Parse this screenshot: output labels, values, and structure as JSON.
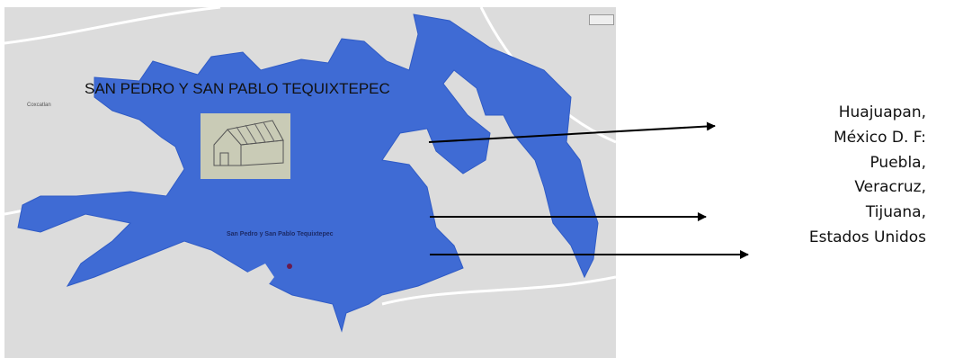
{
  "map": {
    "title": "SAN PEDRO Y SAN PABLO TEQUIXTEPEC",
    "town_label": "San Pedro y San Pablo Tequixtepec",
    "side_label": "Coxcatlan",
    "colors": {
      "region": "#3f6bd4",
      "region_border": "#2f5bc6",
      "background": "#dcdcdc",
      "roads": "#ffffff"
    }
  },
  "destinations": [
    "Huajuapan,",
    "México D. F:",
    "Puebla,",
    "Veracruz,",
    "Tijuana,",
    "Estados Unidos"
  ],
  "icons": {
    "house_sketch": "house-sketch-image",
    "arrow": "right-arrow-icon"
  }
}
